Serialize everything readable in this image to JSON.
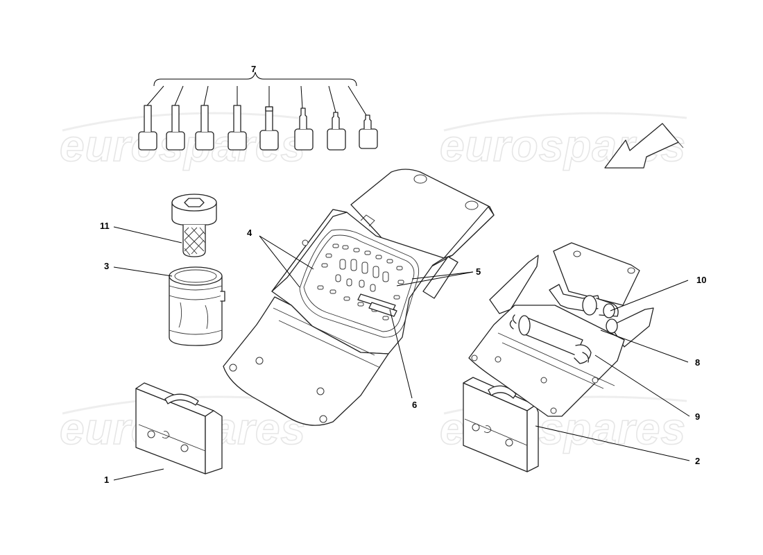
{
  "watermark": {
    "text": "eurospares"
  },
  "callouts": {
    "c1": "1",
    "c2": "2",
    "c3": "3",
    "c4": "4",
    "c5": "5",
    "c6": "6",
    "c7": "7",
    "c8": "8",
    "c9": "9",
    "c10": "10",
    "c11": "11"
  },
  "icons": {
    "direction_arrow": "arrow-icon",
    "sockets": "socket-icon"
  }
}
